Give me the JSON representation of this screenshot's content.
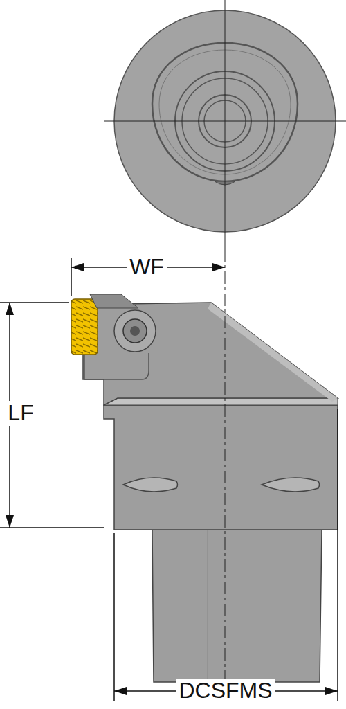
{
  "diagram": {
    "labels": [
      "WF",
      "LF",
      "DCSFMS"
    ]
  }
}
